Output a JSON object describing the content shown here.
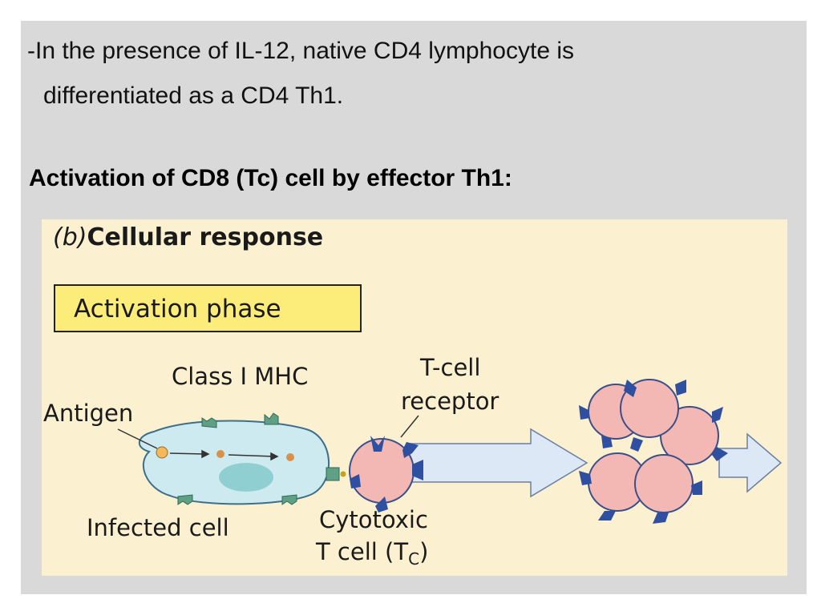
{
  "slide": {
    "bullet_line1": "-In the presence of IL-12, native CD4 lymphocyte is",
    "bullet_line2": "differentiated as a CD4 Th1.",
    "heading": "Activation of CD8 (Tc) cell by effector Th1:"
  },
  "figure": {
    "title_prefix": "(b)",
    "title": "Cellular response",
    "phase_label": "Activation phase",
    "labels": {
      "class_mhc": "Class I MHC",
      "tcr_line1": "T-cell",
      "tcr_line2": "receptor",
      "antigen": "Antigen",
      "infected_cell": "Infected cell",
      "tc_line1": "Cytotoxic",
      "tc_line2_main": "T cell (T",
      "tc_line2_sub": "C",
      "tc_line2_end": ")"
    }
  },
  "colors": {
    "slide_bg": "#d9d9d9",
    "figure_bg": "#fbf0cf",
    "phase_box": "#fcec7a",
    "infected_cell": "#cdeaf0",
    "nucleus": "#8fcfd2",
    "tcell": "#f4b8b4",
    "receptor": "#2f4fa0",
    "mhc": "#5f9f86",
    "arrow": "#dce8f6"
  }
}
